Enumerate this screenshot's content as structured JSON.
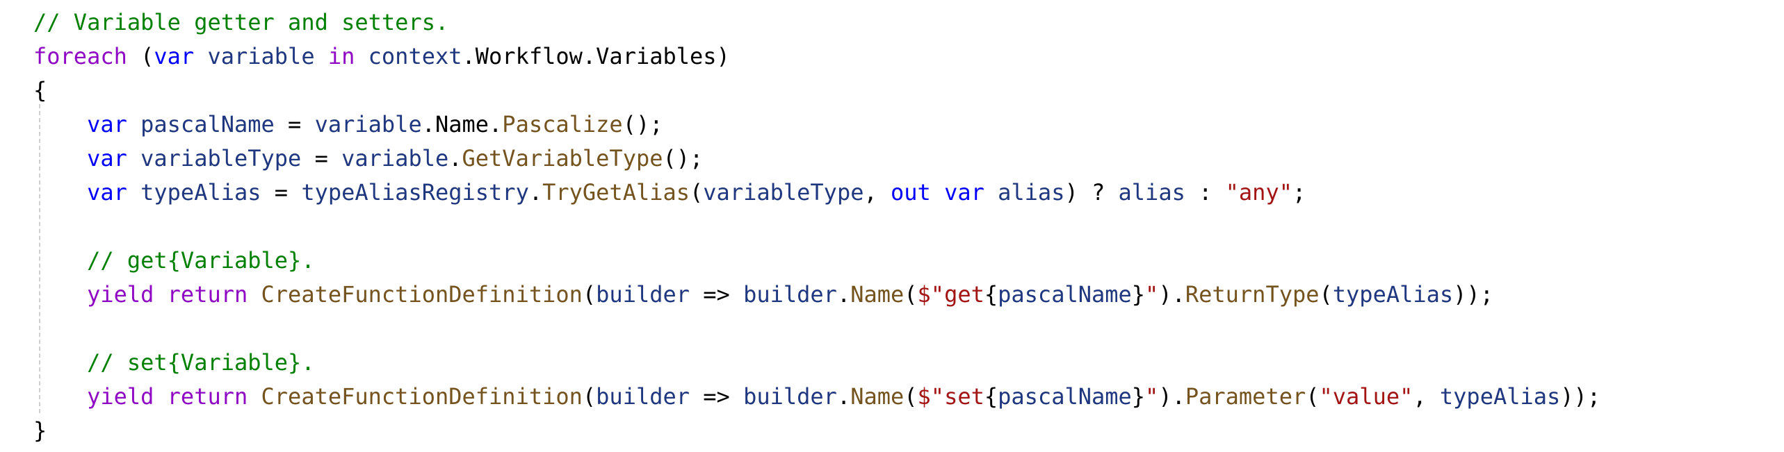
{
  "colors": {
    "background": "#ffffff",
    "comment": "#008000",
    "keyword": "#0000ff",
    "control": "#8f08c4",
    "identifier": "#1f377f",
    "method": "#74531f",
    "string": "#a31515",
    "punctuation": "#000000",
    "plain": "#000000",
    "indent_guide": "#d0d0d0"
  },
  "lines": [
    {
      "tokens": [
        {
          "k": "comment",
          "t": "// Variable getter and setters."
        }
      ]
    },
    {
      "tokens": [
        {
          "k": "control",
          "t": "foreach"
        },
        {
          "k": "punct",
          "t": " ("
        },
        {
          "k": "keyword",
          "t": "var"
        },
        {
          "k": "plain",
          "t": " "
        },
        {
          "k": "ident",
          "t": "variable"
        },
        {
          "k": "plain",
          "t": " "
        },
        {
          "k": "control",
          "t": "in"
        },
        {
          "k": "plain",
          "t": " "
        },
        {
          "k": "ident",
          "t": "context"
        },
        {
          "k": "punct",
          "t": ".Workflow.Variables)"
        }
      ]
    },
    {
      "tokens": [
        {
          "k": "punct",
          "t": "{"
        }
      ]
    },
    {
      "tokens": [
        {
          "k": "plain",
          "t": "    "
        },
        {
          "k": "keyword",
          "t": "var"
        },
        {
          "k": "plain",
          "t": " "
        },
        {
          "k": "ident",
          "t": "pascalName"
        },
        {
          "k": "punct",
          "t": " = "
        },
        {
          "k": "ident",
          "t": "variable"
        },
        {
          "k": "punct",
          "t": ".Name."
        },
        {
          "k": "method",
          "t": "Pascalize"
        },
        {
          "k": "punct",
          "t": "();"
        }
      ]
    },
    {
      "tokens": [
        {
          "k": "plain",
          "t": "    "
        },
        {
          "k": "keyword",
          "t": "var"
        },
        {
          "k": "plain",
          "t": " "
        },
        {
          "k": "ident",
          "t": "variableType"
        },
        {
          "k": "punct",
          "t": " = "
        },
        {
          "k": "ident",
          "t": "variable"
        },
        {
          "k": "punct",
          "t": "."
        },
        {
          "k": "method",
          "t": "GetVariableType"
        },
        {
          "k": "punct",
          "t": "();"
        }
      ]
    },
    {
      "tokens": [
        {
          "k": "plain",
          "t": "    "
        },
        {
          "k": "keyword",
          "t": "var"
        },
        {
          "k": "plain",
          "t": " "
        },
        {
          "k": "ident",
          "t": "typeAlias"
        },
        {
          "k": "punct",
          "t": " = "
        },
        {
          "k": "ident",
          "t": "typeAliasRegistry"
        },
        {
          "k": "punct",
          "t": "."
        },
        {
          "k": "method",
          "t": "TryGetAlias"
        },
        {
          "k": "punct",
          "t": "("
        },
        {
          "k": "ident",
          "t": "variableType"
        },
        {
          "k": "punct",
          "t": ", "
        },
        {
          "k": "keyword",
          "t": "out"
        },
        {
          "k": "plain",
          "t": " "
        },
        {
          "k": "keyword",
          "t": "var"
        },
        {
          "k": "plain",
          "t": " "
        },
        {
          "k": "ident",
          "t": "alias"
        },
        {
          "k": "punct",
          "t": ") ? "
        },
        {
          "k": "ident",
          "t": "alias"
        },
        {
          "k": "punct",
          "t": " : "
        },
        {
          "k": "string",
          "t": "\"any\""
        },
        {
          "k": "punct",
          "t": ";"
        }
      ]
    },
    {
      "tokens": [
        {
          "k": "plain",
          "t": " "
        }
      ]
    },
    {
      "tokens": [
        {
          "k": "plain",
          "t": "    "
        },
        {
          "k": "comment",
          "t": "// get{Variable}."
        }
      ]
    },
    {
      "tokens": [
        {
          "k": "plain",
          "t": "    "
        },
        {
          "k": "control",
          "t": "yield"
        },
        {
          "k": "plain",
          "t": " "
        },
        {
          "k": "control",
          "t": "return"
        },
        {
          "k": "plain",
          "t": " "
        },
        {
          "k": "method",
          "t": "CreateFunctionDefinition"
        },
        {
          "k": "punct",
          "t": "("
        },
        {
          "k": "ident",
          "t": "builder"
        },
        {
          "k": "punct",
          "t": " => "
        },
        {
          "k": "ident",
          "t": "builder"
        },
        {
          "k": "punct",
          "t": "."
        },
        {
          "k": "method",
          "t": "Name"
        },
        {
          "k": "punct",
          "t": "("
        },
        {
          "k": "string",
          "t": "$\"get"
        },
        {
          "k": "punct",
          "t": "{"
        },
        {
          "k": "ident",
          "t": "pascalName"
        },
        {
          "k": "punct",
          "t": "}"
        },
        {
          "k": "string",
          "t": "\""
        },
        {
          "k": "punct",
          "t": ")."
        },
        {
          "k": "method",
          "t": "ReturnType"
        },
        {
          "k": "punct",
          "t": "("
        },
        {
          "k": "ident",
          "t": "typeAlias"
        },
        {
          "k": "punct",
          "t": "));"
        }
      ]
    },
    {
      "tokens": [
        {
          "k": "plain",
          "t": " "
        }
      ]
    },
    {
      "tokens": [
        {
          "k": "plain",
          "t": "    "
        },
        {
          "k": "comment",
          "t": "// set{Variable}."
        }
      ]
    },
    {
      "tokens": [
        {
          "k": "plain",
          "t": "    "
        },
        {
          "k": "control",
          "t": "yield"
        },
        {
          "k": "plain",
          "t": " "
        },
        {
          "k": "control",
          "t": "return"
        },
        {
          "k": "plain",
          "t": " "
        },
        {
          "k": "method",
          "t": "CreateFunctionDefinition"
        },
        {
          "k": "punct",
          "t": "("
        },
        {
          "k": "ident",
          "t": "builder"
        },
        {
          "k": "punct",
          "t": " => "
        },
        {
          "k": "ident",
          "t": "builder"
        },
        {
          "k": "punct",
          "t": "."
        },
        {
          "k": "method",
          "t": "Name"
        },
        {
          "k": "punct",
          "t": "("
        },
        {
          "k": "string",
          "t": "$\"set"
        },
        {
          "k": "punct",
          "t": "{"
        },
        {
          "k": "ident",
          "t": "pascalName"
        },
        {
          "k": "punct",
          "t": "}"
        },
        {
          "k": "string",
          "t": "\""
        },
        {
          "k": "punct",
          "t": ")."
        },
        {
          "k": "method",
          "t": "Parameter"
        },
        {
          "k": "punct",
          "t": "("
        },
        {
          "k": "string",
          "t": "\"value\""
        },
        {
          "k": "punct",
          "t": ", "
        },
        {
          "k": "ident",
          "t": "typeAlias"
        },
        {
          "k": "punct",
          "t": "));"
        }
      ]
    },
    {
      "tokens": [
        {
          "k": "punct",
          "t": "}"
        }
      ]
    }
  ]
}
